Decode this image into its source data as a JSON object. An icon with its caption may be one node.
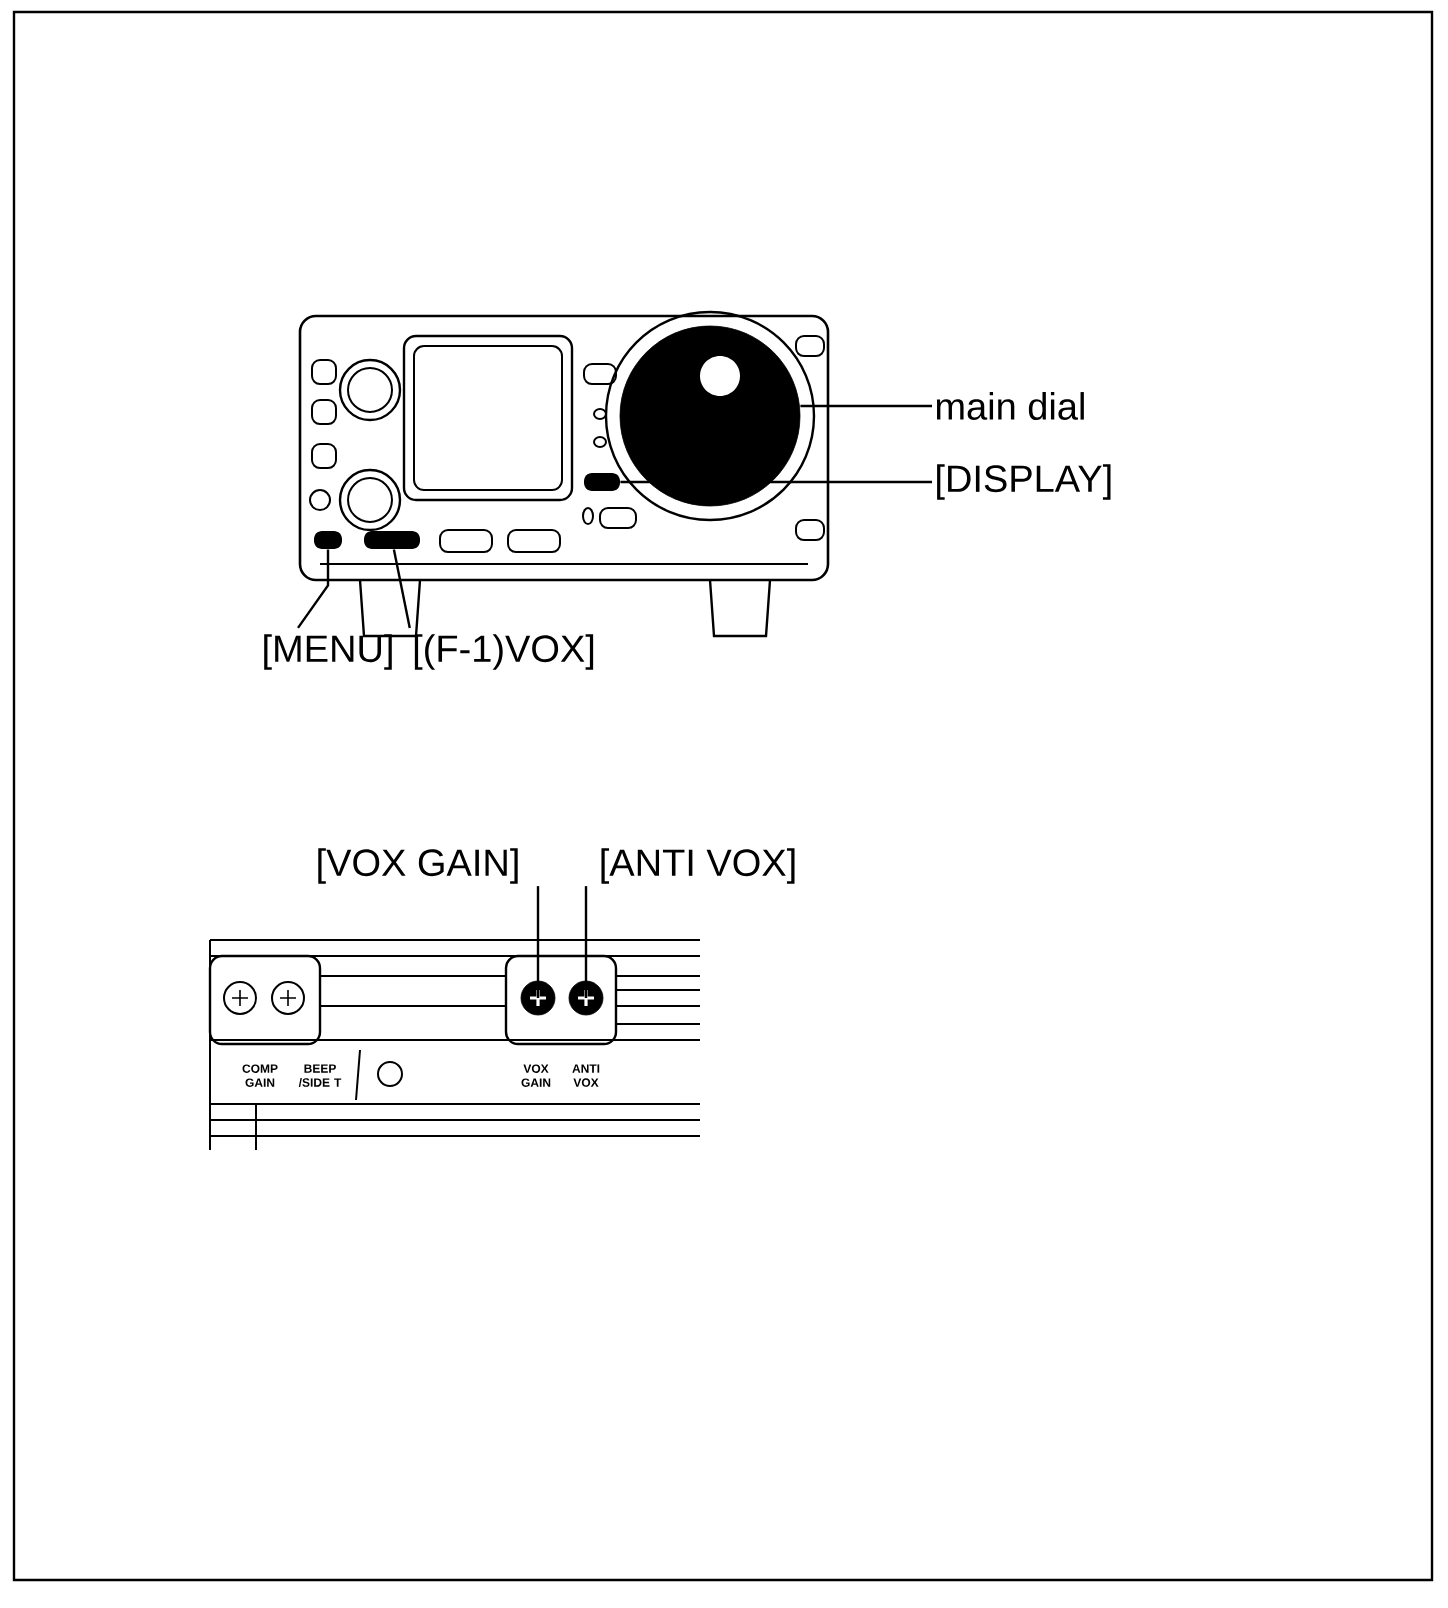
{
  "diagram": {
    "nodes": [
      {
        "text": [
          "main dial"
        ]
      },
      {
        "text": [],
        "shape": "circle"
      },
      {
        "text": [
          "[DISPLAY]"
        ]
      },
      {
        "text": [],
        "shape": "box"
      },
      {
        "text": [
          "[MENU]"
        ]
      },
      {
        "text": [],
        "shape": "box"
      },
      {
        "text": [
          "[(F-1)VOX]"
        ]
      },
      {
        "text": [],
        "shape": "box"
      },
      {
        "text": [
          "[VOX GAIN]"
        ]
      },
      {
        "text": [],
        "shape": "circle"
      },
      {
        "text": [
          "[ANTI VOX]"
        ]
      },
      {
        "text": [],
        "shape": "circle"
      }
    ],
    "edges": [
      {
        "from": 0,
        "to": 1,
        "arrow": "none"
      },
      {
        "from": 2,
        "to": 3,
        "arrow": "none"
      },
      {
        "from": 4,
        "to": 5,
        "arrow": "none"
      },
      {
        "from": 6,
        "to": 7,
        "arrow": "none"
      },
      {
        "from": 8,
        "to": 9,
        "arrow": "none"
      },
      {
        "from": 10,
        "to": 11,
        "arrow": "none"
      }
    ],
    "labels": [
      "COMP GAIN",
      "BEEP /SIDE T",
      "VOX GAIN",
      "ANTI VOX"
    ]
  }
}
